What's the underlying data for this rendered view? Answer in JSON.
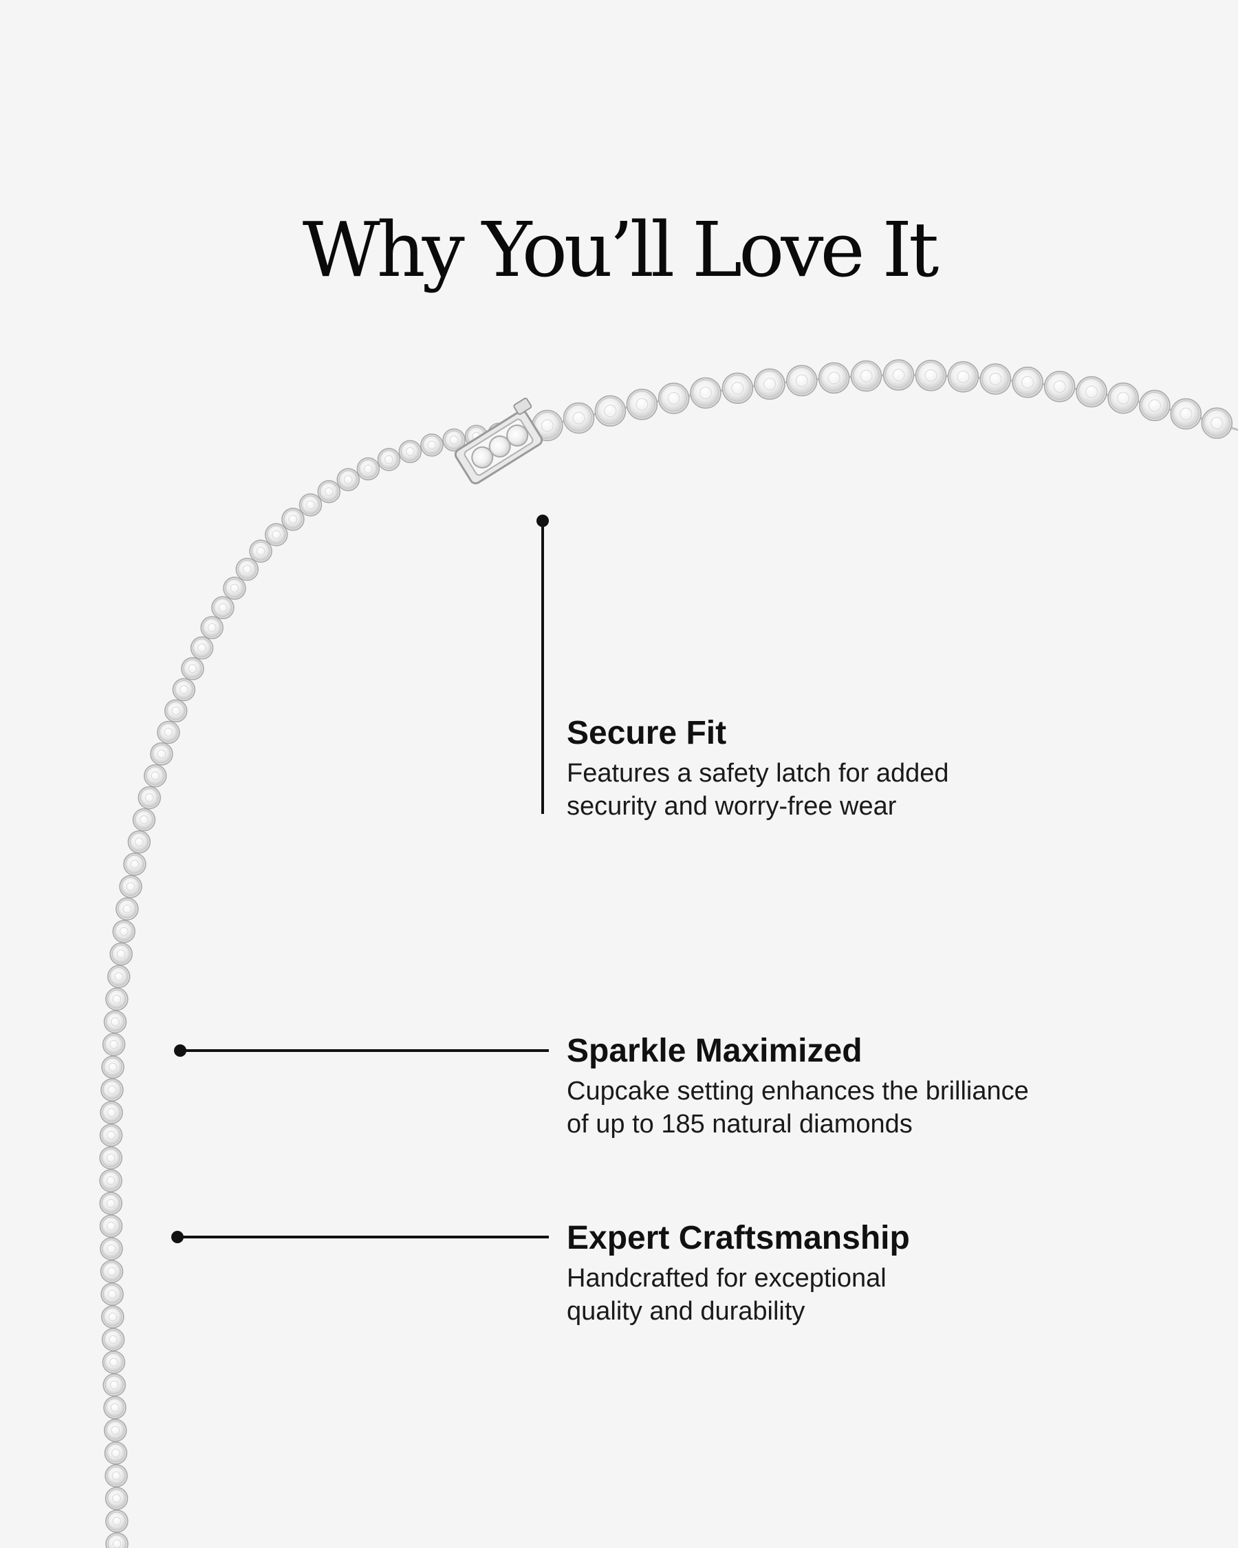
{
  "headline": "Why You’ll Love It",
  "colors": {
    "background": "#f5f5f5",
    "text": "#111111",
    "connector": "#111111",
    "metal": "#b9b9b9"
  },
  "product_image": {
    "subject": "diamond tennis necklace with box clasp",
    "icon": "necklace-image"
  },
  "features": [
    {
      "title": "Secure Fit",
      "text": "Features a safety latch for added\nsecurity and worry-free wear"
    },
    {
      "title": "Sparkle Maximized",
      "text": "Cupcake setting enhances the brilliance\nof up to 185 natural diamonds"
    },
    {
      "title": "Expert Craftsmanship",
      "text": "Handcrafted for exceptional\nquality and durability"
    }
  ]
}
